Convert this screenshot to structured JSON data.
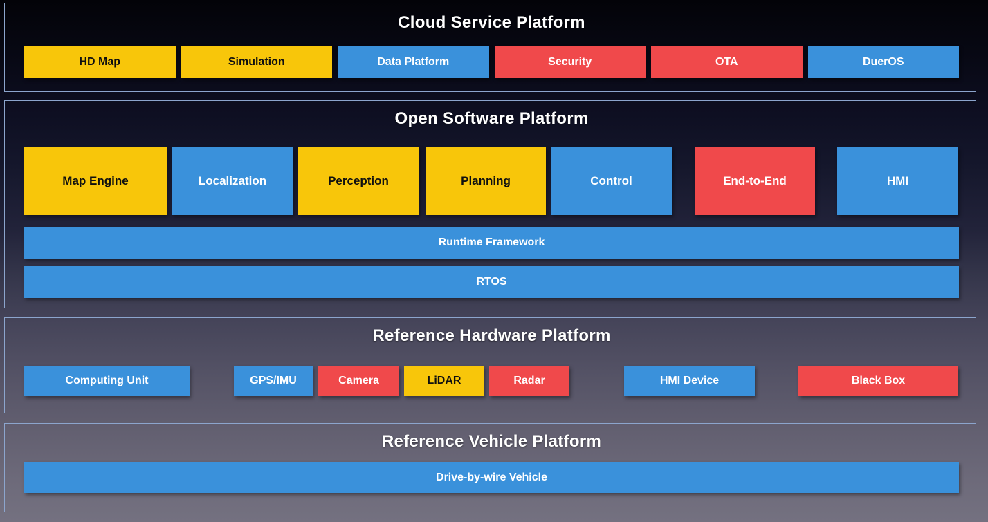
{
  "palette": {
    "yellow": "#f8c60a",
    "blue": "#3a91db",
    "red": "#f0494b",
    "panel_border": "#8ca5cd",
    "title_text": "#ffffff",
    "text_on_yellow": "#101010",
    "text_on_blue_red": "#ffffff"
  },
  "sections": {
    "cloud": {
      "title": "Cloud Service Platform",
      "items": [
        {
          "label": "HD Map",
          "color": "yellow"
        },
        {
          "label": "Simulation",
          "color": "yellow"
        },
        {
          "label": "Data Platform",
          "color": "blue"
        },
        {
          "label": "Security",
          "color": "red"
        },
        {
          "label": "OTA",
          "color": "red"
        },
        {
          "label": "DuerOS",
          "color": "blue"
        }
      ]
    },
    "software": {
      "title": "Open Software Platform",
      "modules": [
        {
          "label": "Map Engine",
          "color": "yellow"
        },
        {
          "label": "Localization",
          "color": "blue"
        },
        {
          "label": "Perception",
          "color": "yellow"
        },
        {
          "label": "Planning",
          "color": "yellow"
        },
        {
          "label": "Control",
          "color": "blue"
        },
        {
          "label": "End-to-End",
          "color": "red"
        },
        {
          "label": "HMI",
          "color": "blue"
        }
      ],
      "bars": [
        {
          "label": "Runtime Framework",
          "color": "blue"
        },
        {
          "label": "RTOS",
          "color": "blue"
        }
      ]
    },
    "hardware": {
      "title": "Reference Hardware Platform",
      "items": [
        {
          "label": "Computing Unit",
          "color": "blue"
        },
        {
          "label": "GPS/IMU",
          "color": "blue"
        },
        {
          "label": "Camera",
          "color": "red"
        },
        {
          "label": "LiDAR",
          "color": "yellow"
        },
        {
          "label": "Radar",
          "color": "red"
        },
        {
          "label": "HMI Device",
          "color": "blue"
        },
        {
          "label": "Black Box",
          "color": "red"
        }
      ]
    },
    "vehicle": {
      "title": "Reference Vehicle Platform",
      "bars": [
        {
          "label": "Drive-by-wire Vehicle",
          "color": "blue"
        }
      ]
    }
  }
}
